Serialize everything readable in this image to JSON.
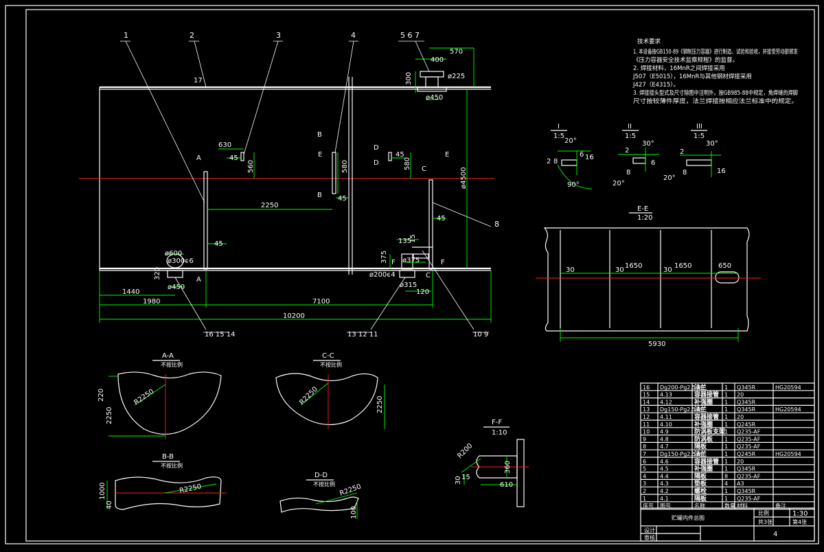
{
  "colors": {
    "background": "#000000",
    "outline": "#ffffff",
    "dimension": "#00ff00",
    "centerline": "#ff2020"
  },
  "tech_requirements": {
    "title": "技术要求",
    "lines": [
      "1. 本设备按GB150-89《钢制压力容器》进行制造、试验和验收，并接受劳动部颁发",
      "《压力容器安全技术监察规程》的监督。",
      "2. 焊接材料，16MnR之间焊接采用",
      "J507（E5015），16MnR与其他钢材焊接采用",
      "J427（E4315）。",
      "3. 焊接接头型式及尺寸除图中注明外，按GB985-88中规定，角焊缝的焊脚",
      "尺寸按较薄件厚度，法兰焊接按相应法兰标准中的规定。"
    ]
  },
  "main_view": {
    "leaders": [
      "1",
      "2",
      "4"
    ],
    "leader_567": "5 6 7",
    "leader_3": "3",
    "leader_8": "8",
    "leader_bottom_left": "16 15 14",
    "leader_bottom_mid": "13 12 11",
    "leader_bottom_right": "10 9",
    "dims": {
      "d570": "570",
      "d400": "400",
      "d300": "300",
      "d225": "ø225",
      "d450": "ø450",
      "d17": "17",
      "d630": "630",
      "d45a": "45",
      "d560a": "560",
      "d2250": "2250",
      "d580a": "580",
      "d45b": "45",
      "d45c": "45",
      "d580b": "580",
      "d4500": "ø4500",
      "d45d": "45",
      "d45e": "45",
      "d600": "ø600",
      "d300x6": "ø300ϵ6",
      "d320": "320",
      "d450b": "ø450",
      "d375": "375",
      "d135": "135",
      "d15": "15",
      "d375b": "ø375",
      "d200x4": "ø200ϵ4",
      "d315": "ø315",
      "d120": "120",
      "d1440": "1440",
      "d1980": "1980",
      "d7100": "7100",
      "d10200": "10200"
    },
    "section_marks": {
      "a1": "A",
      "a2": "A",
      "b1": "B",
      "b2": "B",
      "c1": "C",
      "c2": "C",
      "d1": "D",
      "d2": "D",
      "e1": "E",
      "e2": "E",
      "f1": "F",
      "f2": "F"
    }
  },
  "details": {
    "det1": {
      "title": "I",
      "scale": "1:5",
      "dims": [
        "20°",
        "2",
        "8",
        "6",
        "16",
        "90°"
      ]
    },
    "det2": {
      "title": "II",
      "scale": "1:5",
      "dims": [
        "30°",
        "2",
        "8",
        "6",
        "20°"
      ]
    },
    "det3": {
      "title": "III",
      "scale": "1:5",
      "dims": [
        "30°",
        "2",
        "8",
        "16",
        "20°"
      ]
    }
  },
  "ee_view": {
    "title": "E-E",
    "scale": "1:20",
    "dims": {
      "d30a": "30",
      "d30b": "30",
      "d30c": "30",
      "d1650a": "1650",
      "d1650b": "1650",
      "d650": "650",
      "d5930": "5930"
    }
  },
  "aa_view": {
    "title": "A-A",
    "sub": "不按比例",
    "dims": {
      "r": "R2250",
      "h1": "220",
      "h2": "2250"
    }
  },
  "cc_view": {
    "title": "C-C",
    "sub": "不按比例",
    "dims": {
      "r": "R2250",
      "h": "2250"
    }
  },
  "bb_view": {
    "title": "B-B",
    "sub": "不按比例",
    "dims": {
      "r": "R2250",
      "h1": "1000",
      "h2": "40"
    }
  },
  "dd_view": {
    "title": "D-D",
    "sub": "不按比例",
    "dims": {
      "r": "R2250",
      "h": "100"
    }
  },
  "ff_view": {
    "title": "F-F",
    "scale": "1:10",
    "dims": {
      "r": "R200",
      "h30": "30",
      "h15": "15",
      "w360": "360",
      "w610": "610"
    }
  },
  "parts_table": {
    "rows": [
      [
        "16",
        "Dg200-Pg2.5-MF",
        "法兰",
        "1",
        "Q345R",
        "HG20594"
      ],
      [
        "15",
        "4.13",
        "容器接管",
        "1",
        "20",
        ""
      ],
      [
        "14",
        "4.12",
        "补强圈",
        "1",
        "Q345R",
        ""
      ],
      [
        "13",
        "Dg150-Pg2.5-MF",
        "法兰",
        "1",
        "Q345R",
        "HG20594"
      ],
      [
        "12",
        "4.11",
        "容器接管",
        "1",
        "20",
        ""
      ],
      [
        "11",
        "4.10",
        "补强圈",
        "1",
        "Q245R",
        ""
      ],
      [
        "10",
        "4.9",
        "防涡板支架",
        "1",
        "Q235-AF",
        ""
      ],
      [
        "9",
        "4.8",
        "防涡板",
        "1",
        "Q235-AF",
        ""
      ],
      [
        "8",
        "4.7",
        "隔板",
        "1",
        "Q235-AF",
        ""
      ],
      [
        "7",
        "Dg150-Pg2.5-MF",
        "法兰",
        "1",
        "Q245R",
        "HG20594"
      ],
      [
        "6",
        "4.6",
        "容器接管",
        "1",
        "20",
        ""
      ],
      [
        "5",
        "4.5",
        "补强圈",
        "1",
        "Q345R",
        ""
      ],
      [
        "4",
        "4.4",
        "隔板",
        "8",
        "Q235-AF",
        ""
      ],
      [
        "3",
        "4.3",
        "垫板",
        "4",
        "A3",
        ""
      ],
      [
        "2",
        "4.2",
        "螺栓",
        "1",
        "Q345R",
        ""
      ],
      [
        "1",
        "4.1",
        "隔板",
        "1",
        "Q235-AF",
        ""
      ]
    ],
    "header": [
      "序号",
      "图号",
      "名称",
      "数量",
      "材料",
      "备注"
    ],
    "title_block": {
      "name": "贮罐内件总图",
      "scale_label": "比例",
      "scale": "1:30",
      "sheet": "共3张",
      "page": "第4张",
      "design": "设计",
      "check": "审核",
      "page_no": "4"
    }
  }
}
